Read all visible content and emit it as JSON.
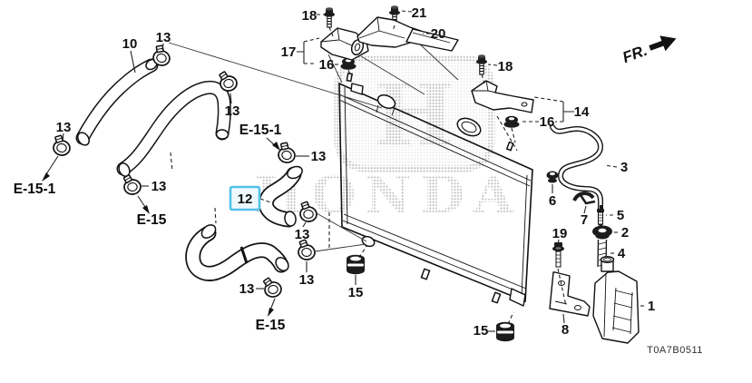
{
  "diagram": {
    "code": "T0A7B0511",
    "direction_label": "FR.",
    "watermark": {
      "logo_letter": "H",
      "brand": "HONDA"
    },
    "highlight": {
      "label": "12",
      "border_color": "#54c2e6",
      "fill_color": "#eef9fd"
    },
    "callouts": [
      {
        "label": "10"
      },
      {
        "label": "13"
      },
      {
        "label": "13"
      },
      {
        "label": "13"
      },
      {
        "label": "13"
      },
      {
        "label": "13"
      },
      {
        "label": "13"
      },
      {
        "label": "13"
      },
      {
        "label": "13"
      },
      {
        "label": "15"
      },
      {
        "label": "15"
      },
      {
        "label": "17"
      },
      {
        "label": "16"
      },
      {
        "label": "18"
      },
      {
        "label": "21"
      },
      {
        "label": "20"
      },
      {
        "label": "18"
      },
      {
        "label": "16"
      },
      {
        "label": "14"
      },
      {
        "label": "3"
      },
      {
        "label": "6"
      },
      {
        "label": "7"
      },
      {
        "label": "5"
      },
      {
        "label": "2"
      },
      {
        "label": "4"
      },
      {
        "label": "19"
      },
      {
        "label": "8"
      },
      {
        "label": "1"
      }
    ],
    "ref_labels": [
      {
        "text": "E-15-1"
      },
      {
        "text": "E-15"
      },
      {
        "text": "E-15-1"
      },
      {
        "text": "E-15"
      }
    ]
  }
}
